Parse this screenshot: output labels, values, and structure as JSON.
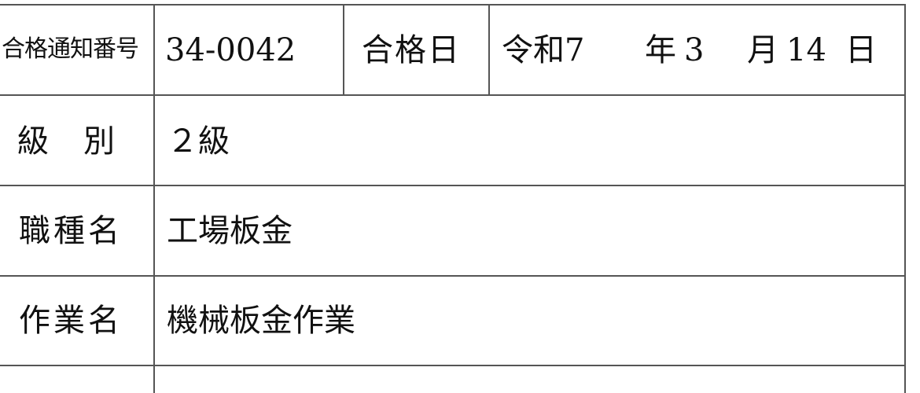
{
  "rows": [
    {
      "label": "合格通知番号",
      "value": "34-0042"
    },
    {
      "label": "級　別",
      "value": "２級"
    },
    {
      "label": "職種名",
      "value": "工場板金"
    },
    {
      "label": "作業名",
      "value": "機械板金作業"
    }
  ],
  "pass_date": {
    "label": "合格日",
    "era": "令和7",
    "year_unit": "年",
    "month": "3",
    "month_unit": "月",
    "day": "14",
    "day_unit": "日"
  }
}
